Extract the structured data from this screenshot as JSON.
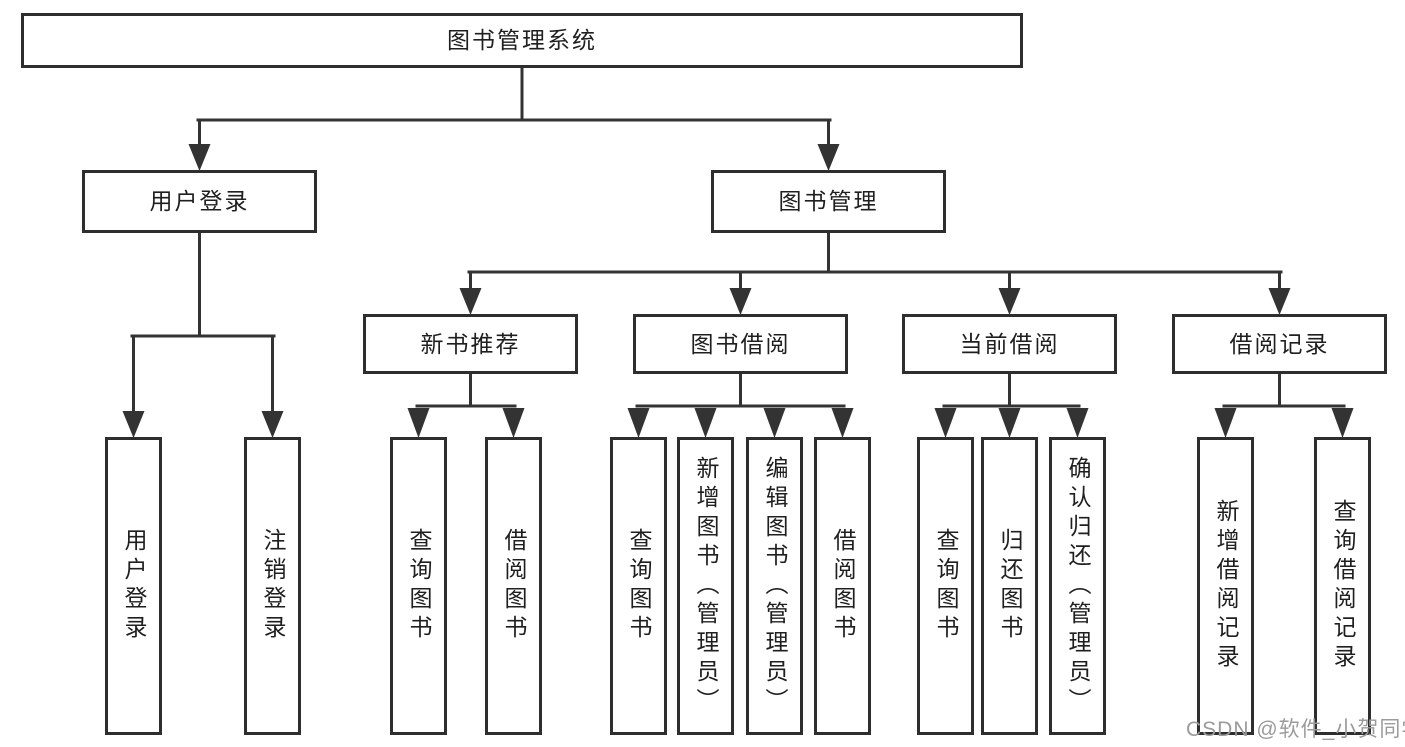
{
  "diagram": {
    "root": {
      "label": "图书管理系统"
    },
    "branches": [
      {
        "label": "用户登录",
        "children": [
          {
            "label": "用户登录"
          },
          {
            "label": "注销登录"
          }
        ]
      },
      {
        "label": "图书管理",
        "children": [
          {
            "label": "新书推荐",
            "children": [
              {
                "label": "查询图书"
              },
              {
                "label": "借阅图书"
              }
            ]
          },
          {
            "label": "图书借阅",
            "children": [
              {
                "label": "查询图书"
              },
              {
                "label": "新增图书（管理员）"
              },
              {
                "label": "编辑图书（管理员）"
              },
              {
                "label": "借阅图书"
              }
            ]
          },
          {
            "label": "当前借阅",
            "children": [
              {
                "label": "查询图书"
              },
              {
                "label": "归还图书"
              },
              {
                "label": "确认归还（管理员）"
              }
            ]
          },
          {
            "label": "借阅记录",
            "children": [
              {
                "label": "新增借阅记录"
              },
              {
                "label": "查询借阅记录"
              }
            ]
          }
        ]
      }
    ]
  },
  "watermark": {
    "text": "CSDN @软件_小贺同学"
  },
  "colors": {
    "line": "#333333",
    "text": "#1f1f1f",
    "background": "#ffffff",
    "watermark": "#9b9b9b"
  }
}
